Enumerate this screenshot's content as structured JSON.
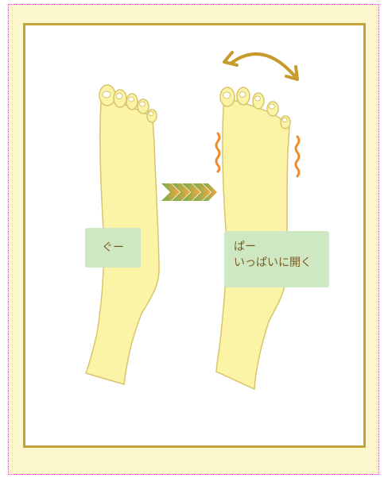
{
  "labels": {
    "left": "ぐー",
    "right_line1": "ぱー",
    "right_line2": "いっぱいに開く"
  },
  "colors": {
    "background": "#fdf8cc",
    "frame_border": "#c4a23a",
    "foot_fill": "#fbf4a6",
    "foot_outline": "#d8c56a",
    "label_bg": "#cfe8c4",
    "label_text": "#7a5a1e",
    "swing_arrow": "#c79a2e",
    "motion_marks": "#ef8c2e",
    "chevron_start": "#6ab04c",
    "chevron_end": "#f7a540"
  },
  "icons": [
    "curved-double-arrow-icon",
    "chevron-arrow-icon",
    "motion-squiggle-icon"
  ]
}
